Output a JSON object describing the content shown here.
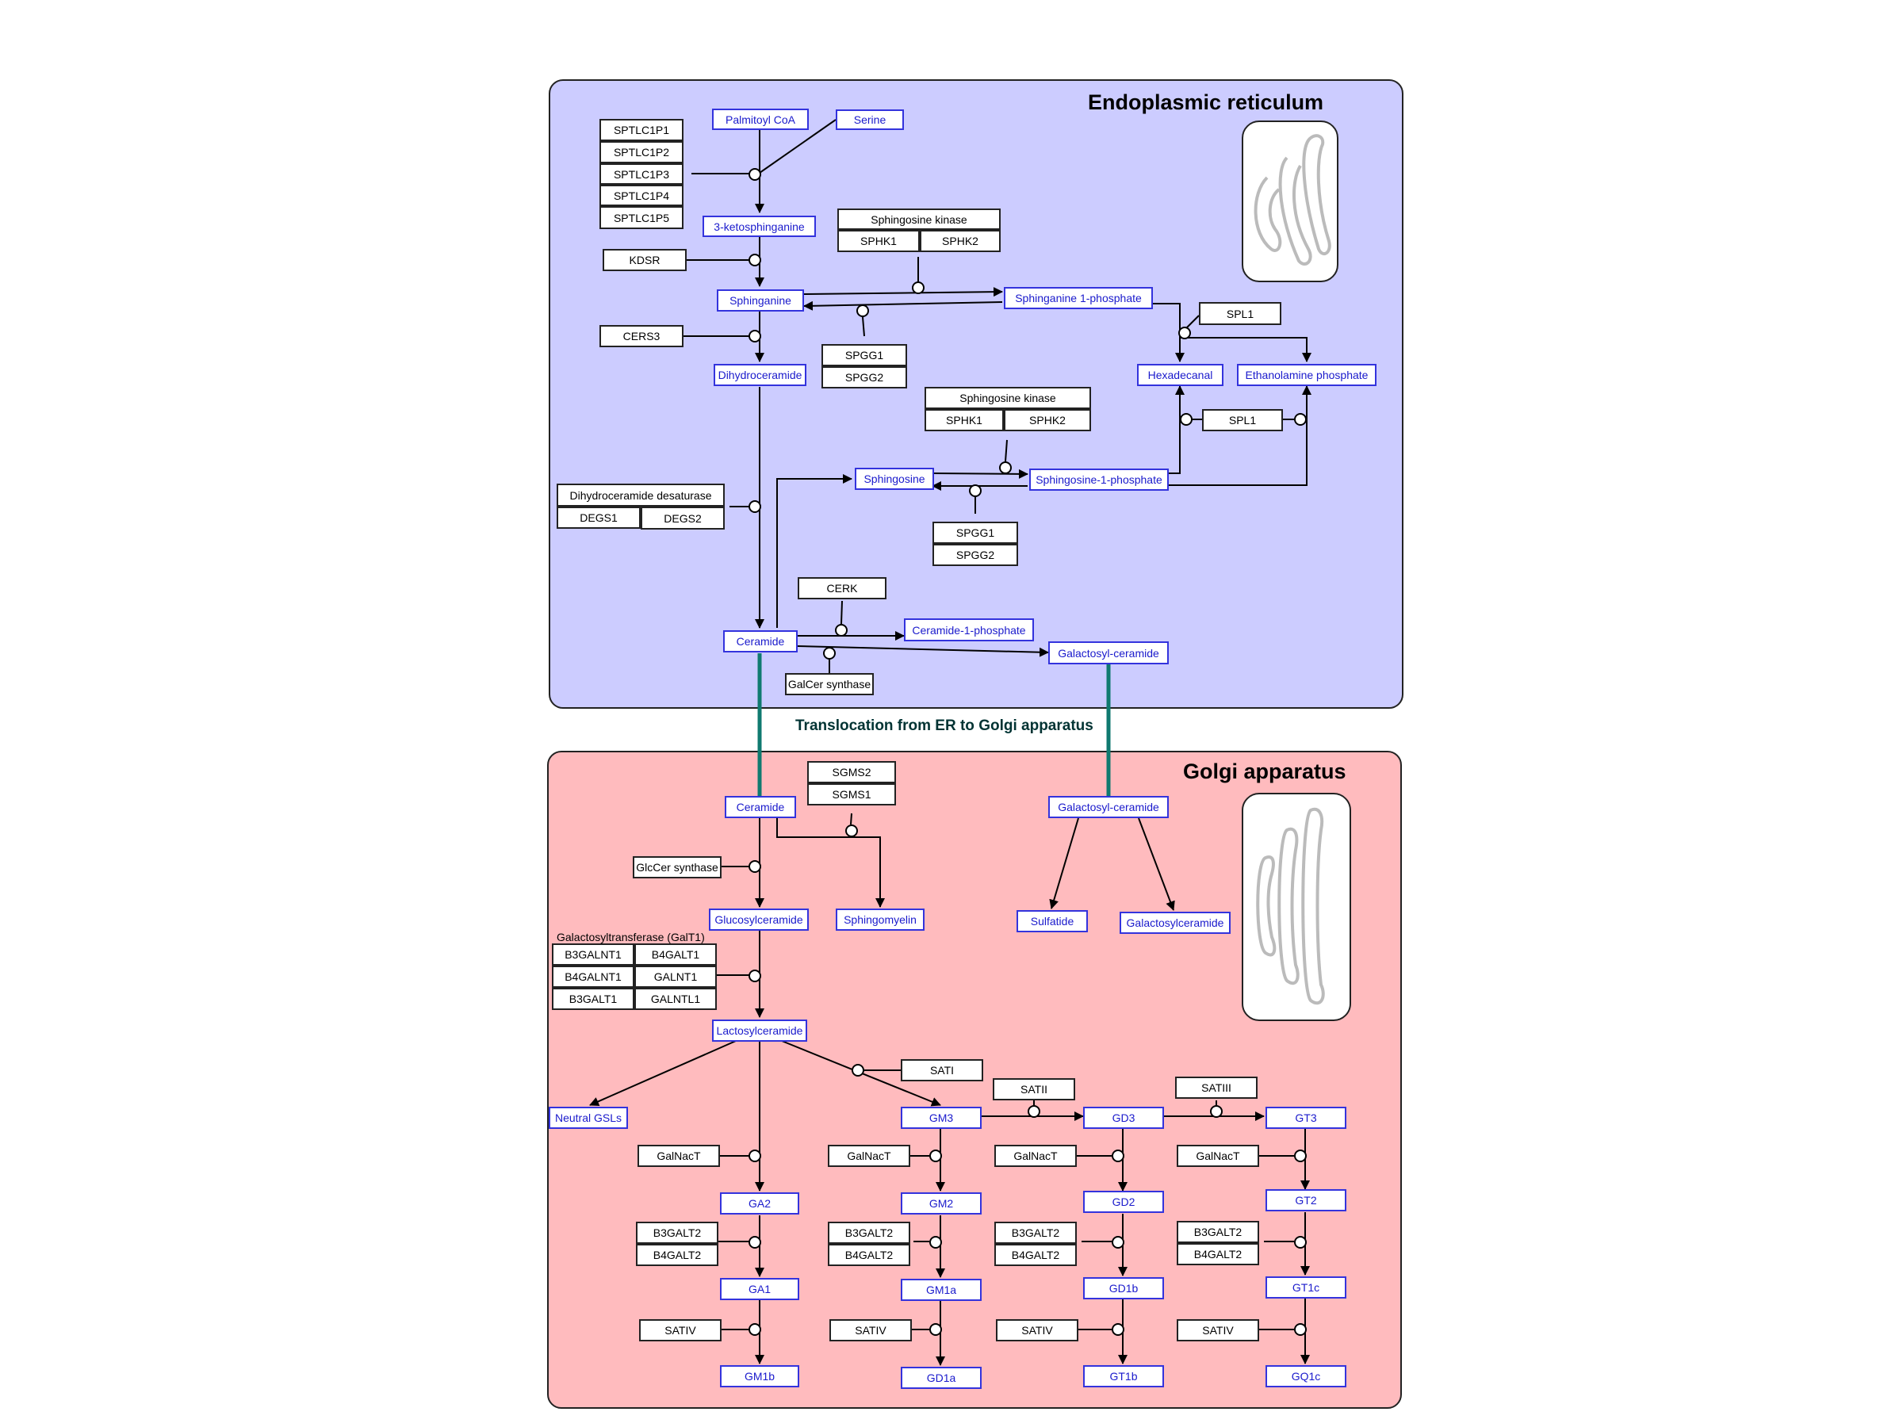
{
  "compartments": {
    "er": "Endoplasmic reticulum",
    "golgi": "Golgi apparatus",
    "translocation": "Translocation from ER to Golgi apparatus"
  },
  "metabolites": {
    "palmitoyl_coa": "Palmitoyl CoA",
    "serine": "Serine",
    "ketosphinganine": "3-ketosphinganine",
    "sphinganine": "Sphinganine",
    "sphinganine_1p": "Sphinganine 1-phosphate",
    "dihydroceramide": "Dihydroceramide",
    "hexadecanal": "Hexadecanal",
    "ethanolamine_phosphate": "Ethanolamine phosphate",
    "sphingosine": "Sphingosine",
    "sphingosine_1p": "Sphingosine-1-phosphate",
    "ceramide_er": "Ceramide",
    "ceramide_1p": "Ceramide-1-phosphate",
    "galactosyl_ceramide_er": "Galactosyl-ceramide",
    "ceramide_golgi": "Ceramide",
    "galactosyl_ceramide_golgi": "Galactosyl-ceramide",
    "glucosylceramide": "Glucosylceramide",
    "sphingomyelin": "Sphingomyelin",
    "sulfatide": "Sulfatide",
    "galactosylceramide": "Galactosylceramide",
    "lactosylceramide": "Lactosylceramide",
    "neutral_gsls": "Neutral GSLs",
    "gm3": "GM3",
    "gd3": "GD3",
    "gt3": "GT3",
    "ga2": "GA2",
    "gm2": "GM2",
    "gd2": "GD2",
    "gt2": "GT2",
    "ga1": "GA1",
    "gm1a": "GM1a",
    "gd1b": "GD1b",
    "gt1c": "GT1c",
    "gm1b": "GM1b",
    "gd1a": "GD1a",
    "gt1b": "GT1b",
    "gq1c": "GQ1c"
  },
  "genes": {
    "sptlc1p1": "SPTLC1P1",
    "sptlc1p2": "SPTLC1P2",
    "sptlc1p3": "SPTLC1P3",
    "sptlc1p4": "SPTLC1P4",
    "sptlc1p5": "SPTLC1P5",
    "kdsr": "KDSR",
    "cers3": "CERS3",
    "sphk_group1_title": "Sphingosine kinase",
    "sphk1_a": "SPHK1",
    "sphk2_a": "SPHK2",
    "spgg1_a": "SPGG1",
    "spgg2_a": "SPGG2",
    "spl1_a": "SPL1",
    "sphk_group2_title": "Sphingosine kinase",
    "sphk1_b": "SPHK1",
    "sphk2_b": "SPHK2",
    "spl1_b": "SPL1",
    "degs_title": "Dihydroceramide desaturase",
    "degs1": "DEGS1",
    "degs2": "DEGS2",
    "spgg1_b": "SPGG1",
    "spgg2_b": "SPGG2",
    "cerk": "CERK",
    "galcer_synthase": "GalCer synthase",
    "sgms2": "SGMS2",
    "sgms1": "SGMS1",
    "glccer_synthase": "GlcCer synthase",
    "galt1_title": "Galactosyltransferase (GalT1)",
    "b3galnt1": "B3GALNT1",
    "b4galt1": "B4GALT1",
    "b4galnt1": "B4GALNT1",
    "galnt1": "GALNT1",
    "b3galt1": "B3GALT1",
    "galntl1": "GALNTL1",
    "sati": "SATI",
    "satii": "SATII",
    "satiii": "SATIII",
    "galnact_1": "GalNacT",
    "galnact_2": "GalNacT",
    "galnact_3": "GalNacT",
    "galnact_4": "GalNacT",
    "b3galt2_1": "B3GALT2",
    "b4galt2_1": "B4GALT2",
    "b3galt2_2": "B3GALT2",
    "b4galt2_2": "B4GALT2",
    "b3galt2_3": "B3GALT2",
    "b4galt2_3": "B4GALT2",
    "b3galt2_4": "B3GALT2",
    "b4galt2_4": "B4GALT2",
    "sativ_1": "SATIV",
    "sativ_2": "SATIV",
    "sativ_3": "SATIV",
    "sativ_4": "SATIV"
  },
  "colors": {
    "er_fill": "#ccccff",
    "golgi_fill": "#ffbbbe",
    "metabolite_border": "#3333dd",
    "metabolite_text": "#1a1acc",
    "translocation_line": "#107a70"
  }
}
